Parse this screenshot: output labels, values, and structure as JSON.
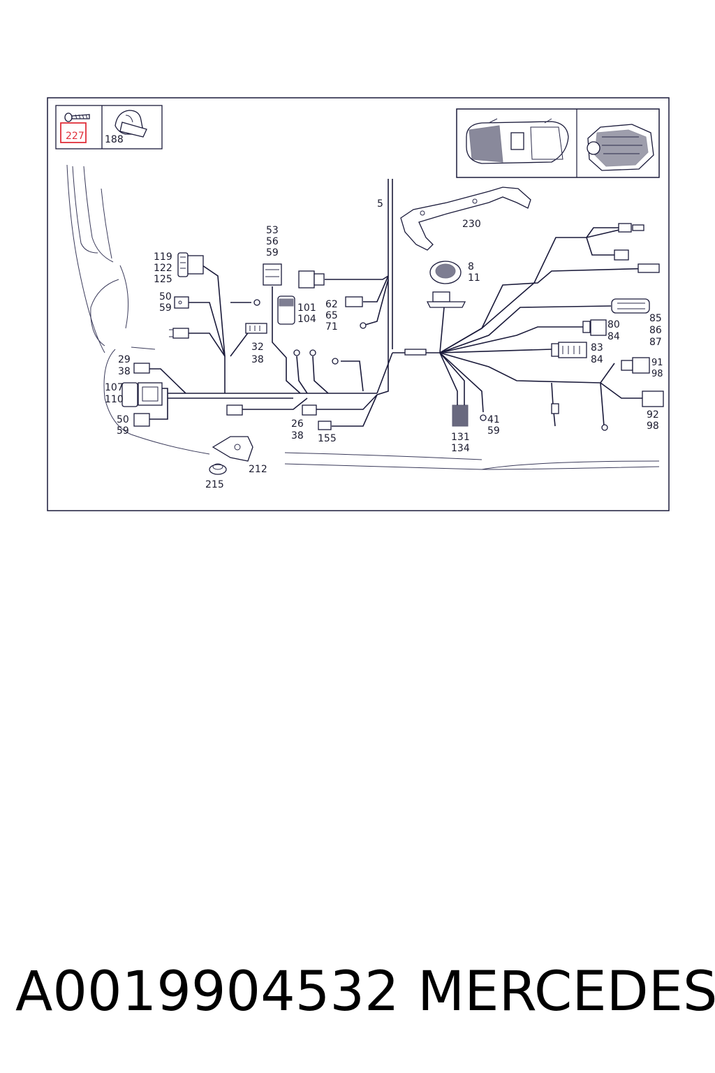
{
  "header_labels": {
    "screw_ref": "227",
    "clip_ref": "188"
  },
  "callouts": {
    "c5": "5",
    "c230": "230",
    "c53": "53",
    "c56": "56",
    "c59a": "59",
    "c119": "119",
    "c122": "122",
    "c125": "125",
    "c8": "8",
    "c11": "11",
    "c50a": "50",
    "c59b": "59",
    "c101": "101",
    "c104": "104",
    "c62": "62",
    "c65": "65",
    "c71": "71",
    "c32": "32",
    "c38a": "38",
    "c29": "29",
    "c38b": "38",
    "c107": "107",
    "c110": "110",
    "c50b": "50",
    "c59c": "59",
    "c26": "26",
    "c38c": "38",
    "c155": "155",
    "c212": "212",
    "c215": "215",
    "c131": "131",
    "c134": "134",
    "c41": "41",
    "c59d": "59",
    "c85": "85",
    "c86": "86",
    "c87": "87",
    "c80": "80",
    "c84a": "84",
    "c83": "83",
    "c84b": "84",
    "c91": "91",
    "c98a": "98",
    "c92": "92",
    "c98b": "98"
  },
  "footer": {
    "part_number": "A0019904532",
    "brand": "MERCEDES"
  },
  "colors": {
    "line": "#1a1a3a",
    "highlight": "#e0303a"
  }
}
